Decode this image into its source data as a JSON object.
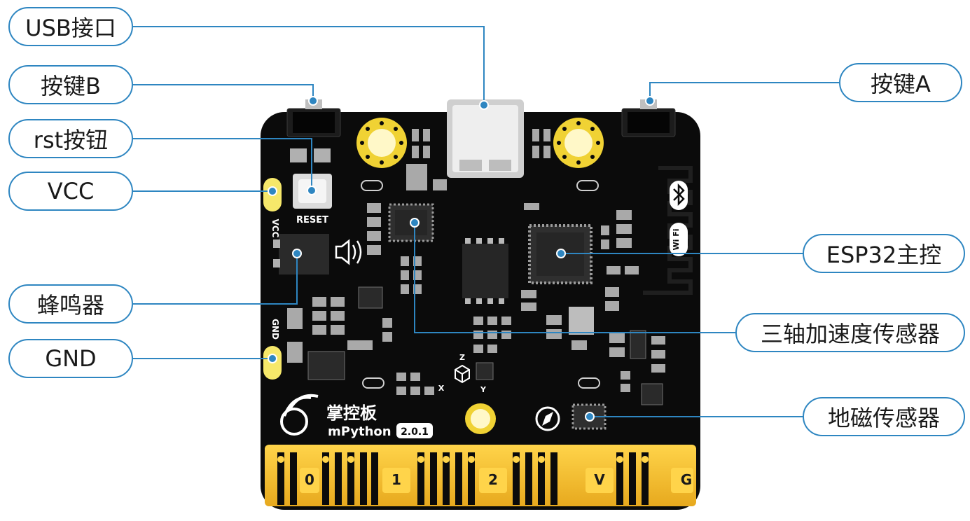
{
  "labels": {
    "usb": "USB接口",
    "button_b": "按键B",
    "rst": "rst按钮",
    "vcc": "VCC",
    "buzzer": "蜂鸣器",
    "gnd": "GND",
    "button_a": "按键A",
    "esp32": "ESP32主控",
    "accel": "三轴加速度传感器",
    "magnet": "地磁传感器"
  },
  "board": {
    "reset_text": "RESET",
    "vcc_text": "VCC",
    "gnd_text": "GND",
    "brand_cn": "掌控板",
    "brand_en": "mPython",
    "version": "2.0.1",
    "wifi_text": "Wi Fi",
    "axis_x": "X",
    "axis_y": "Y",
    "axis_z": "Z",
    "pins": [
      "0",
      "1",
      "2",
      "V",
      "G"
    ]
  },
  "colors": {
    "accent": "#2e86c1",
    "pcb": "#0b0b0b",
    "gold": "#f2c230",
    "pad": "#f6e86a"
  }
}
